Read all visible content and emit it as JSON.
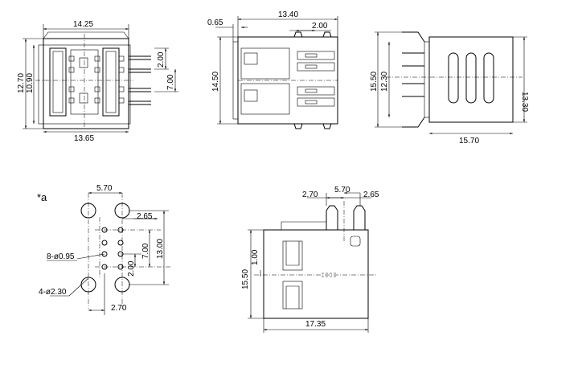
{
  "note_mark": "*a",
  "front_view": {
    "top_width": "14.25",
    "bottom_width": "13.65",
    "outer_height": "12.70",
    "inner_height": "10.90",
    "pin_pitch": "2.00",
    "row_pitch": "7.00"
  },
  "side_view": {
    "offset": "0.65",
    "length": "13.40",
    "pin_pitch": "2.00",
    "height": "14.50"
  },
  "rear_view": {
    "outer_height": "15.50",
    "inner_height": "12.30",
    "right_height": "13.30",
    "width": "15.70"
  },
  "footprint": {
    "mount_spacing": "5.70",
    "offset": "2.65",
    "row_pitch": "7.00",
    "total_height": "13.00",
    "pin_pitch": "2.00",
    "small_holes": "8-ø0.95",
    "large_holes": "4-ø2.30",
    "bottom_spacing": "2.70"
  },
  "bottom_view": {
    "left_offset": "2.70",
    "spacing": "5.70",
    "right_offset": "2.65",
    "height": "15.50",
    "tab": "1.00",
    "length": "17.35"
  }
}
